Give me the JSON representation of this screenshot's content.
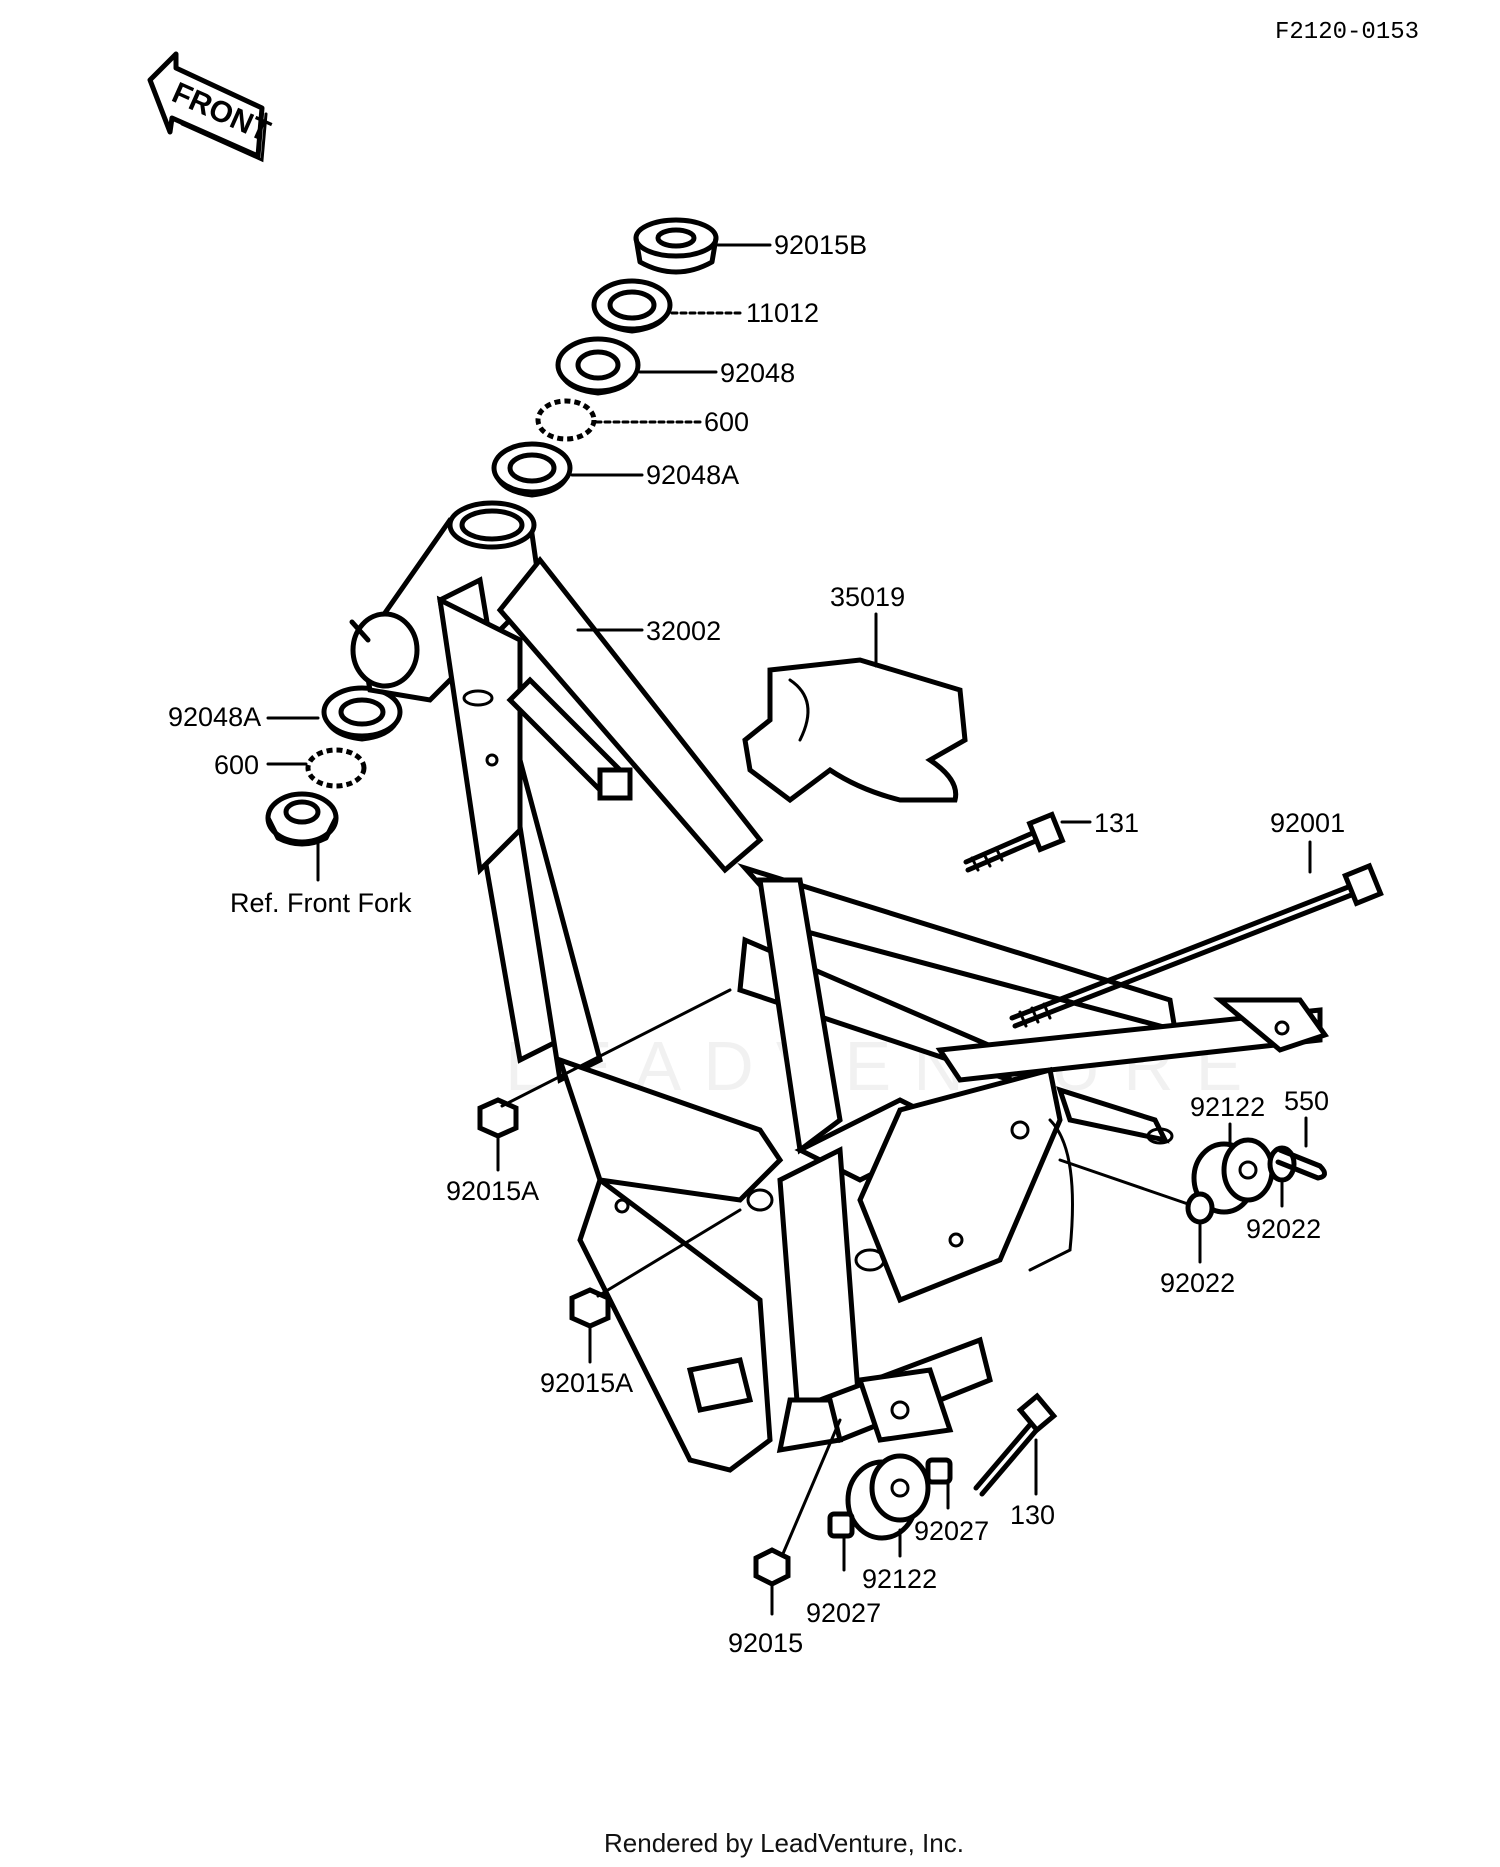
{
  "header": {
    "code": "F2120-0153"
  },
  "front_arrow": {
    "label": "FRONT"
  },
  "reference": {
    "label": "Ref. Front Fork"
  },
  "watermark": {
    "text": "LEADVENTURE"
  },
  "footer": {
    "text": "Rendered by LeadVenture, Inc."
  },
  "callouts": [
    {
      "id": "p92015B",
      "label": "92015B"
    },
    {
      "id": "p11012",
      "label": "11012"
    },
    {
      "id": "p92048",
      "label": "92048"
    },
    {
      "id": "p600top",
      "label": "600"
    },
    {
      "id": "p92048Atop",
      "label": "92048A"
    },
    {
      "id": "p32002",
      "label": "32002"
    },
    {
      "id": "p35019",
      "label": "35019"
    },
    {
      "id": "p92048Aleft",
      "label": "92048A"
    },
    {
      "id": "p600left",
      "label": "600"
    },
    {
      "id": "p131",
      "label": "131"
    },
    {
      "id": "p92001",
      "label": "92001"
    },
    {
      "id": "p92015Aup",
      "label": "92015A"
    },
    {
      "id": "p92122r",
      "label": "92122"
    },
    {
      "id": "p550",
      "label": "550"
    },
    {
      "id": "p92022r",
      "label": "92022"
    },
    {
      "id": "p92022l",
      "label": "92022"
    },
    {
      "id": "p92015Alo",
      "label": "92015A"
    },
    {
      "id": "p130",
      "label": "130"
    },
    {
      "id": "p92027r",
      "label": "92027"
    },
    {
      "id": "p92122b",
      "label": "92122"
    },
    {
      "id": "p92027l",
      "label": "92027"
    },
    {
      "id": "p92015",
      "label": "92015"
    }
  ]
}
